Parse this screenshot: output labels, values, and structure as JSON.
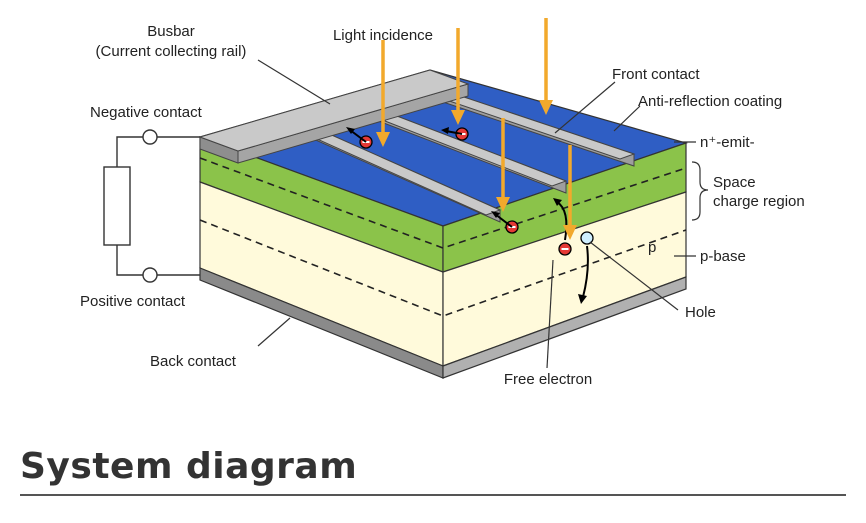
{
  "labels": {
    "busbar_line1": "Busbar",
    "busbar_line2": "(Current collecting rail)",
    "light_incidence": "Light incidence",
    "front_contact": "Front contact",
    "anti_reflection": "Anti-reflection coating",
    "negative_contact": "Negative contact",
    "emitter": "n⁺-emit-",
    "space_charge_line1": "Space",
    "space_charge_line2": "charge region",
    "p_mark": "p",
    "p_base": "p-base",
    "positive_contact": "Positive contact",
    "hole": "Hole",
    "back_contact": "Back contact",
    "free_electron": "Free electron"
  },
  "section_title": "System diagram",
  "colors": {
    "light_arrow": "#F2A92C",
    "anti_reflection": "#2F5EC4",
    "emitter": "#8BC34A",
    "base": "#FFFADB",
    "contact": "#B0B0B0",
    "electron": "#E53935",
    "hole": "#CFEFFF"
  }
}
